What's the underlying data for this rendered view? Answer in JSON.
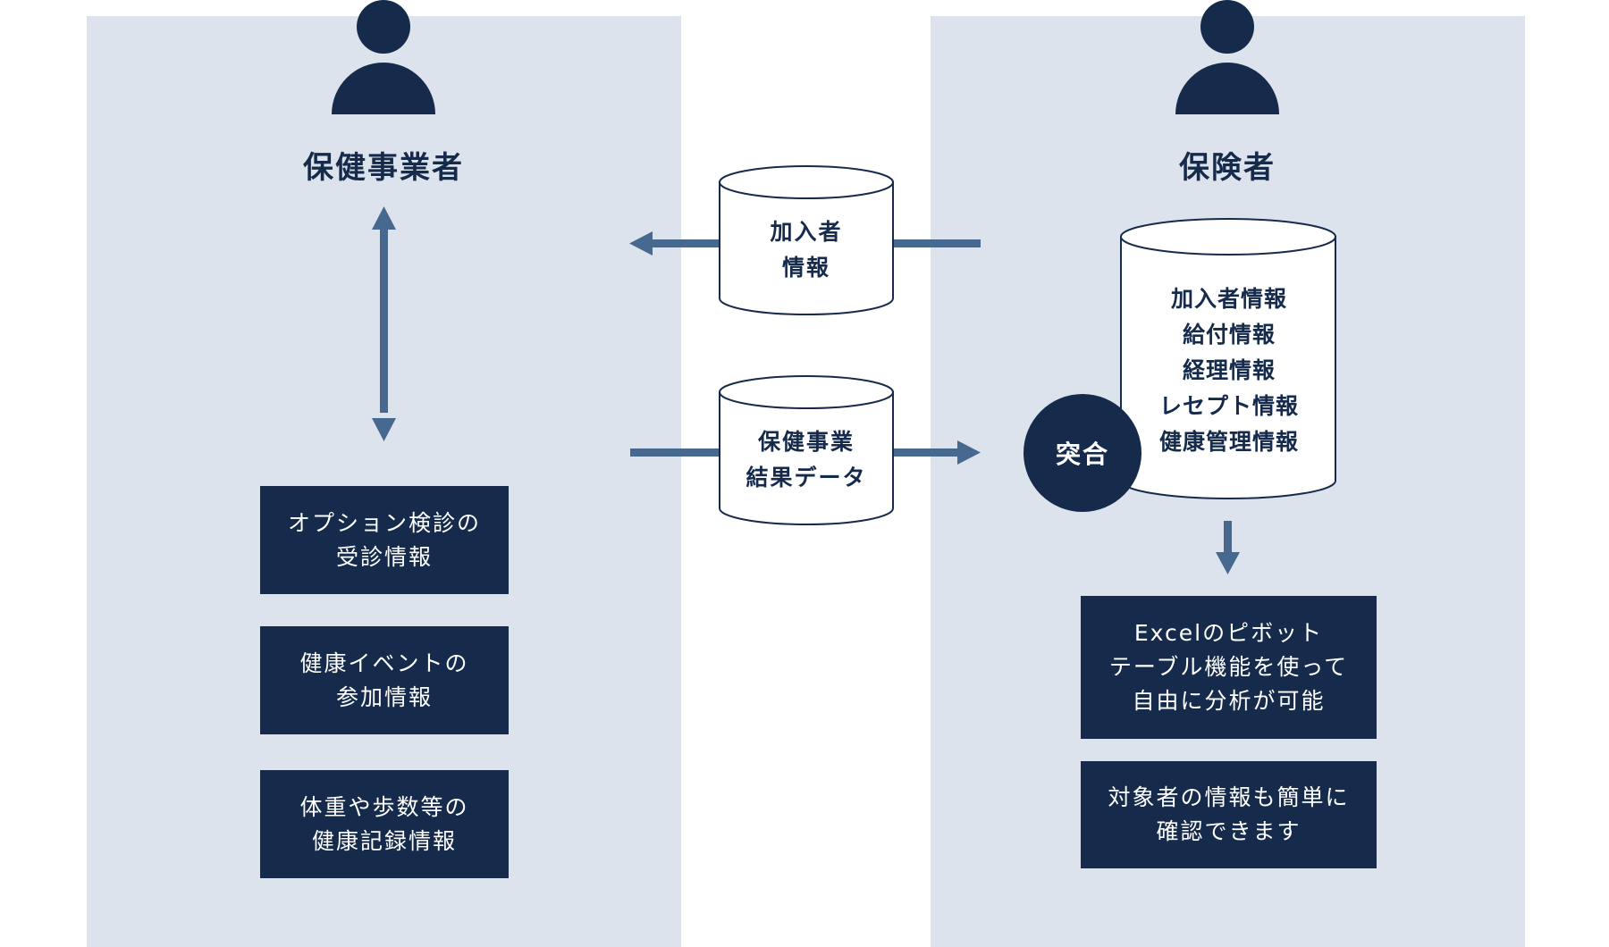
{
  "left_panel": {
    "title": "保健事業者",
    "boxes": [
      "オプション検診の\n受診情報",
      "健康イベントの\n参加情報",
      "体重や歩数等の\n健康記録情報"
    ]
  },
  "right_panel": {
    "title": "保険者",
    "database_items": "加入者情報\n給付情報\n経理情報\nレセプト情報\n健康管理情報",
    "merge_badge": "突合",
    "boxes": [
      "Excelのピボット\nテーブル機能を使って\n自由に分析が可能",
      "対象者の情報も簡単に\n確認できます"
    ]
  },
  "transfers": {
    "to_left": "加入者\n情報",
    "to_right": "保健事業\n結果データ"
  },
  "colors": {
    "navy": "#162b4c",
    "panel_bg": "#dde3ec",
    "arrow": "#48698f"
  }
}
